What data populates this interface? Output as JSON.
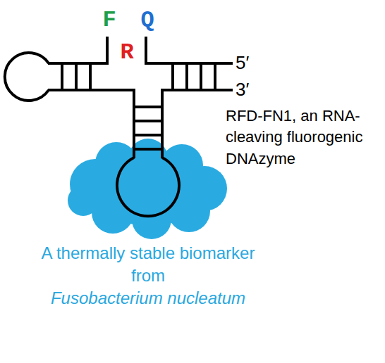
{
  "diagram": {
    "labels": [
      "F",
      "Q",
      "R",
      "5′",
      "3′",
      "RFD-FN1, an RNA-cleaving fluorogenic DNAzyme",
      "A thermally stable biomarker from",
      "Fusobacterium nucleatum"
    ]
  }
}
